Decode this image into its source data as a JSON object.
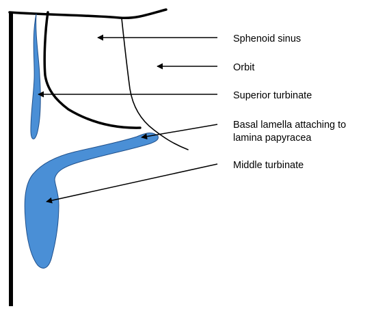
{
  "labels": {
    "sphenoid_sinus": "Sphenoid sinus",
    "orbit": "Orbit",
    "superior_turbinate": "Superior turbinate",
    "basal_lamella_line1": "Basal lamella attaching to",
    "basal_lamella_line2": "lamina papyracea",
    "middle_turbinate": "Middle turbinate"
  },
  "colors": {
    "turbinate_fill": "#4a8fd6",
    "turbinate_stroke": "#1f4f8a",
    "outline": "#000000",
    "background": "#ffffff"
  }
}
